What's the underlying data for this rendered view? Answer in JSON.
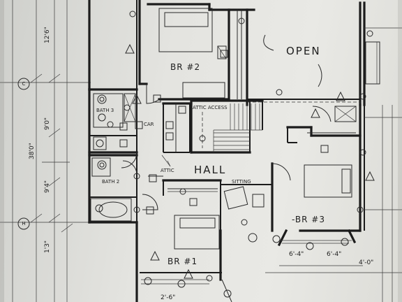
{
  "rooms": {
    "br2": "BR #2",
    "open": "OPEN",
    "hall": "HALL",
    "sitting": "SITTING",
    "br3": "-BR #3",
    "br1": "BR #1",
    "bath3": "BATH 3",
    "bath2": "BATH 2",
    "car": "CAR",
    "attic": "ATTIC",
    "attic_access": "ATTIC ACCESS"
  },
  "grid_labels": {
    "c": "C",
    "h": "H"
  },
  "dimensions": {
    "d1": "12'6\"",
    "d2": "9'0\"",
    "d3": "38'0\"",
    "d4": "9'4\"",
    "d5": "1'3\"",
    "d6": "6'-4\"",
    "d7": "6'-4\"",
    "d8": "2'-6\"",
    "d9": "4'-0\""
  }
}
